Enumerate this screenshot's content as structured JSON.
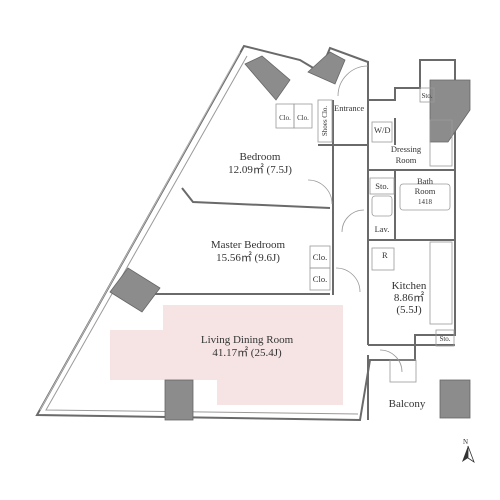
{
  "rooms": {
    "entrance": "Entrance",
    "wd": "W/D",
    "dressing_1": "Dressing",
    "dressing_2": "Room",
    "bedroom": "Bedroom",
    "bedroom_area": "12.09㎡ (7.5J)",
    "bath_1": "Bath",
    "bath_2": "Room",
    "bath_size": "1418",
    "lav": "Lav.",
    "master": "Master Bedroom",
    "master_area": "15.56㎡ (9.6J)",
    "kitchen": "Kitchen",
    "kitchen_area": "8.86㎡",
    "kitchen_j": "(5.5J)",
    "ldk": "Living Dining Room",
    "ldk_area": "41.17㎡ (25.4J)",
    "balcony": "Balcony",
    "r": "R"
  },
  "storage": {
    "clo_1": "Clo.",
    "clo_2": "Clo.",
    "clo_3": "Clo.",
    "clo_4": "Clo.",
    "shoes": "Shoes Clo.",
    "sto_top": "Sto.",
    "sto_mid": "Sto.",
    "sto_kitchen": "Sto."
  },
  "compass": {
    "label": "N"
  },
  "colors": {
    "ldk_fill": "#f6e4e4",
    "wall": "#6a6a6a",
    "column": "#8c8c8c"
  }
}
